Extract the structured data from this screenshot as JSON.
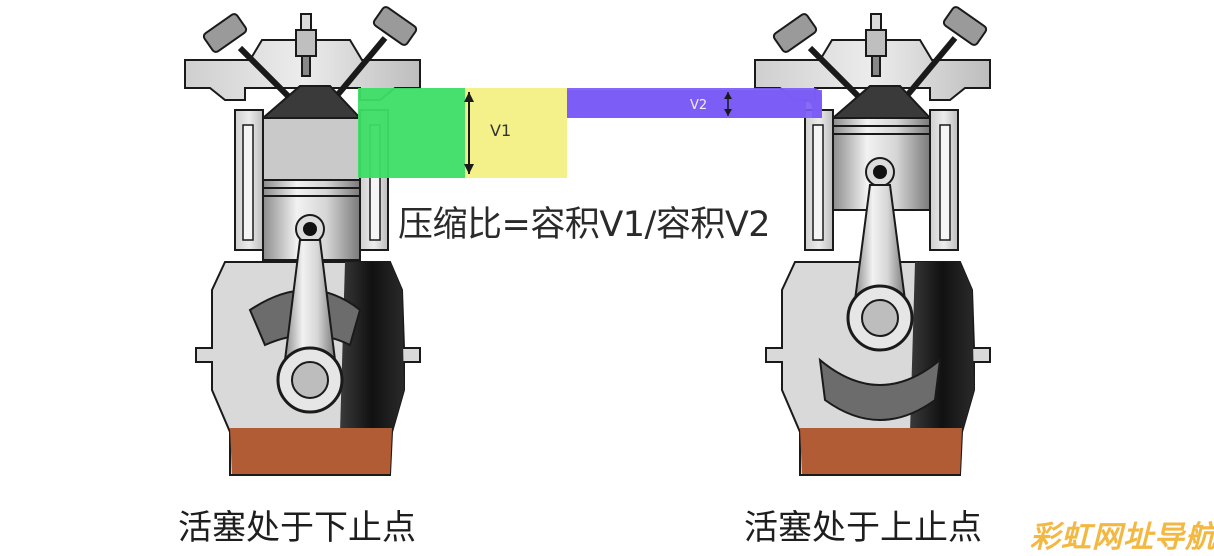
{
  "formula": "压缩比=容积V1/容积V2",
  "labels": {
    "v1": "V1",
    "v2": "V2"
  },
  "captions": {
    "left": "活塞处于下止点",
    "right": "活塞处于上止点"
  },
  "watermark": "彩虹网址导航",
  "colors": {
    "green_box": "#3dde66",
    "yellow_box": "#f4f08a",
    "purple_bar": "#7b5cf5",
    "oil": "#b25c36",
    "engine_outline": "#1a1a1a"
  }
}
